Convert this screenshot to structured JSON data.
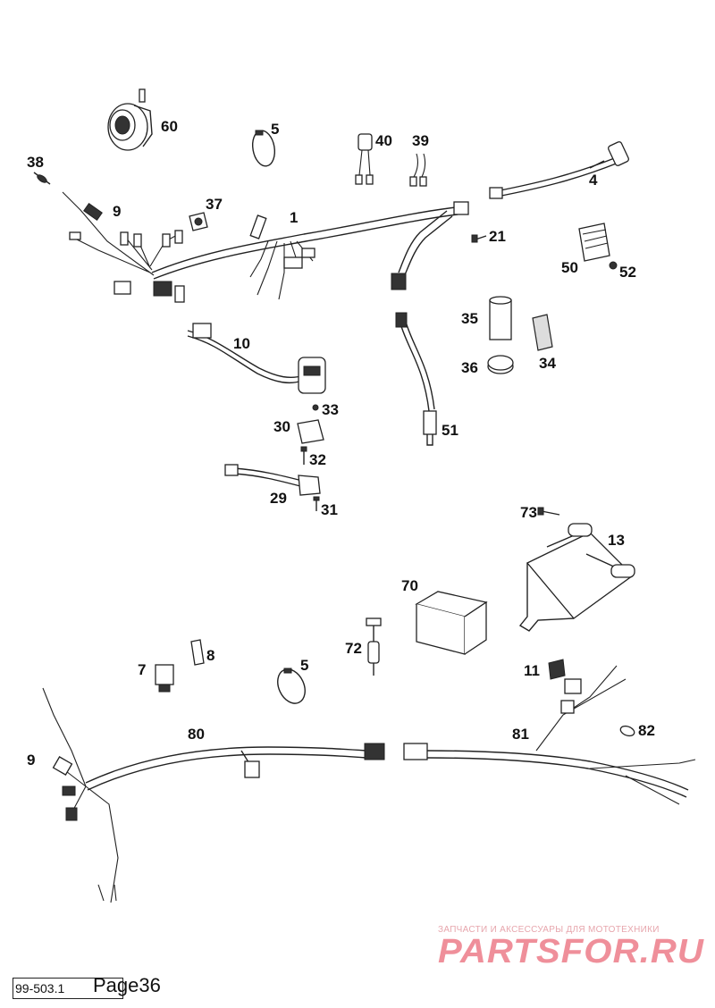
{
  "labels": {
    "p1": "1",
    "p4": "4",
    "p5a": "5",
    "p5b": "5",
    "p7": "7",
    "p8": "8",
    "p9a": "9",
    "p9b": "9",
    "p10": "10",
    "p11": "11",
    "p13": "13",
    "p21": "21",
    "p29": "29",
    "p30": "30",
    "p31": "31",
    "p32": "32",
    "p33": "33",
    "p34": "34",
    "p35": "35",
    "p36": "36",
    "p37": "37",
    "p38": "38",
    "p39": "39",
    "p40": "40",
    "p50": "50",
    "p51": "51",
    "p52": "52",
    "p60": "60",
    "p70": "70",
    "p72": "72",
    "p73": "73",
    "p80": "80",
    "p81": "81",
    "p82": "82"
  },
  "watermark": {
    "tagline": "ЗАПЧАСТИ И АКСЕССУАРЫ ДЛЯ МОТОТЕХНИКИ",
    "brand": "PARTSFOR.RU"
  },
  "footer": {
    "code": "99-503.1",
    "page": "Page36"
  }
}
